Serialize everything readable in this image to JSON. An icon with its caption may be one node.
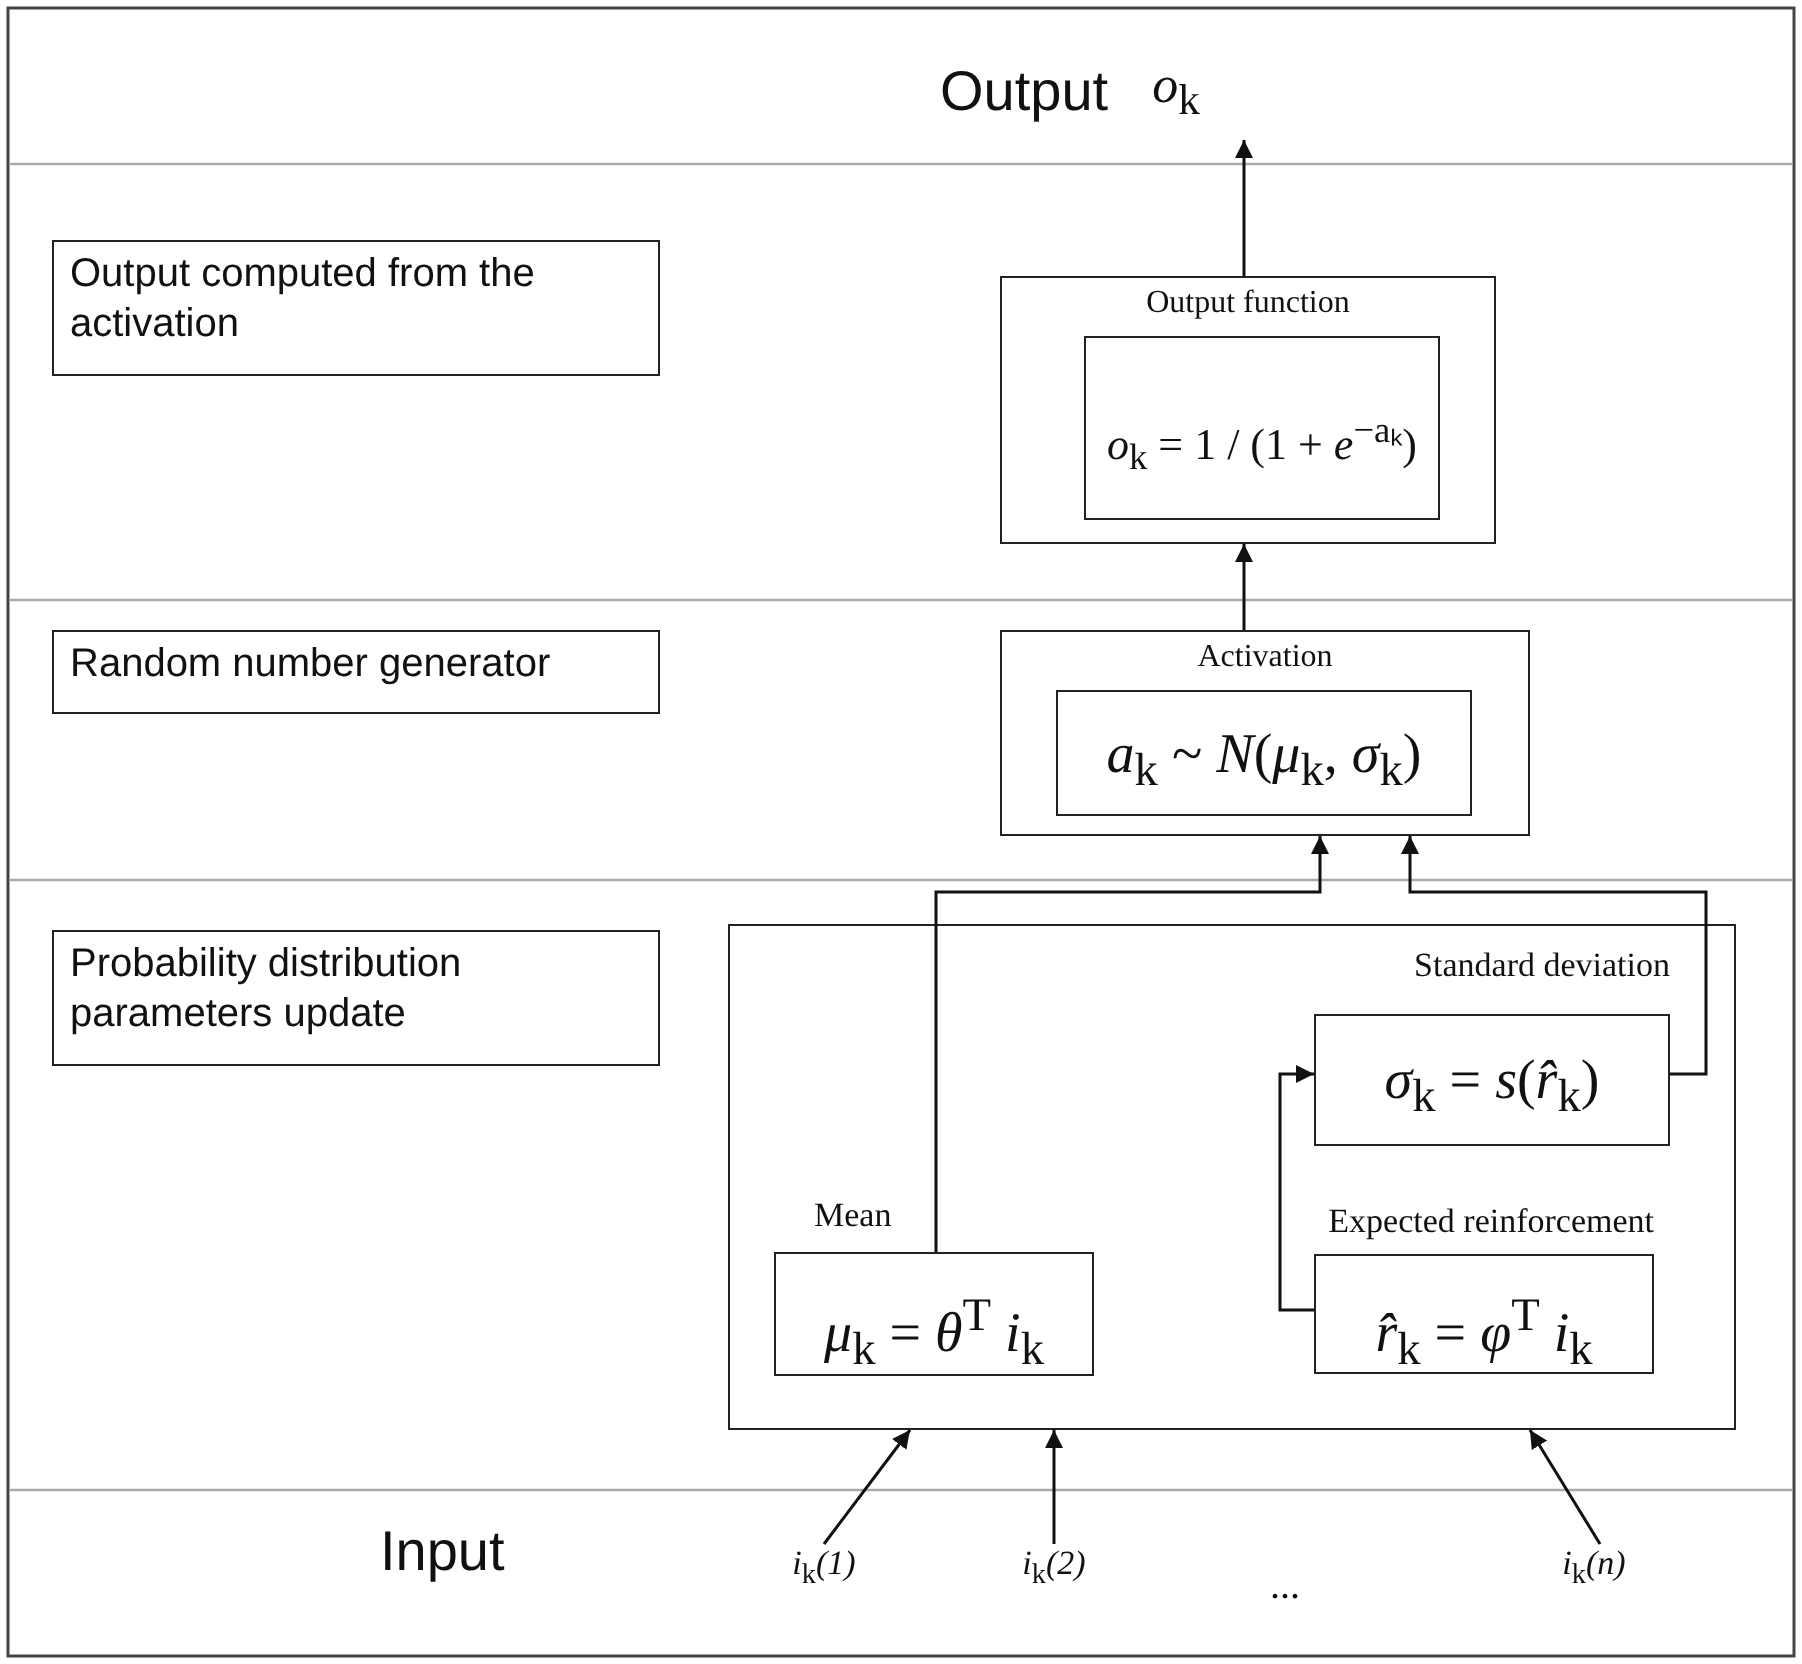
{
  "diagram": {
    "nodes": [
      {
        "text": [
          "Output",
          "*o*$_{k}$"
        ]
      },
      {
        "text": [
          "Output computed from the activation"
        ]
      },
      {
        "text": [
          "Random number generator"
        ]
      },
      {
        "text": [
          "Probability distribution parameters update"
        ]
      },
      {
        "text": [
          "Output function"
        ]
      },
      {
        "text": [
          "*o*$_{k}$ = 1 / (1 + *e*$^{−aₖ}$)"
        ],
        "in": 4
      },
      {
        "text": [
          "Activation"
        ]
      },
      {
        "text": [
          "*a*$_{k}$ ~ *N*(*μ*$_{k}$, *σ*$_{k}$)"
        ],
        "in": 6
      },
      {
        "text": [],
        "shape": "box"
      },
      {
        "text": [
          "Mean",
          "*μ*$_{k}$ = *θ*$^{T}$ *i*$_{k}$"
        ],
        "in": 8
      },
      {
        "text": [
          "Standard deviation",
          "*σ*$_{k}$ = *s*(*r̂*$_{k}$)"
        ],
        "in": 8
      },
      {
        "text": [
          "Expected reinforcement",
          "*r̂*$_{k}$ = *φ*$^{T}$ *i*$_{k}$"
        ],
        "in": 8
      },
      {
        "text": [
          "*i*$_{k}$*(1)*"
        ]
      },
      {
        "text": [
          "*i*$_{k}$*(2)*"
        ]
      },
      {
        "text": [
          "*i*$_{k}$*(n)*"
        ]
      }
    ],
    "edges": [
      {
        "from": 4,
        "to": 0,
        "arrow": "to"
      },
      {
        "from": 6,
        "to": 4,
        "arrow": "to"
      },
      {
        "from": 9,
        "to": 6,
        "arrow": "to"
      },
      {
        "from": 10,
        "to": 6,
        "arrow": "to"
      },
      {
        "from": 11,
        "to": 10,
        "arrow": "to"
      },
      {
        "from": 12,
        "to": 8,
        "arrow": "to"
      },
      {
        "from": 13,
        "to": 8,
        "arrow": "to"
      },
      {
        "from": 14,
        "to": 8,
        "arrow": "to"
      }
    ],
    "labels": [
      "Input",
      "..."
    ]
  }
}
